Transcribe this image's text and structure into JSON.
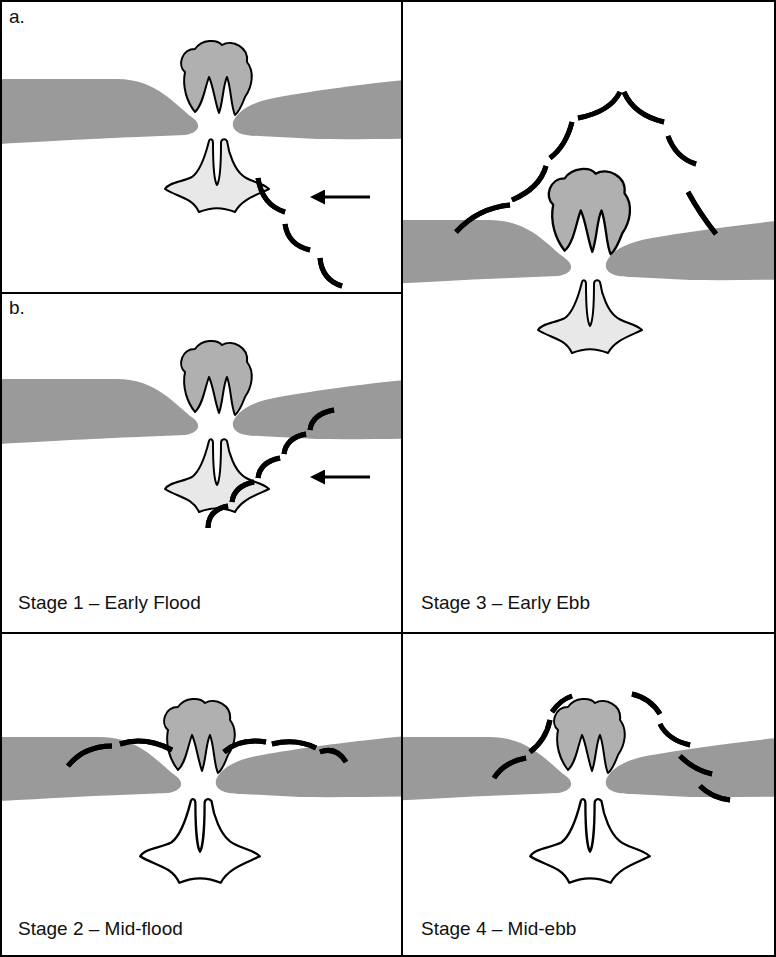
{
  "diagram": {
    "labels": [
      "a.",
      "b.",
      "Stage 1 – Early Flood",
      "Stage 3 – Early Ebb",
      "Stage 2 – Mid-flood",
      "Stage 4 – Mid-ebb"
    ]
  }
}
